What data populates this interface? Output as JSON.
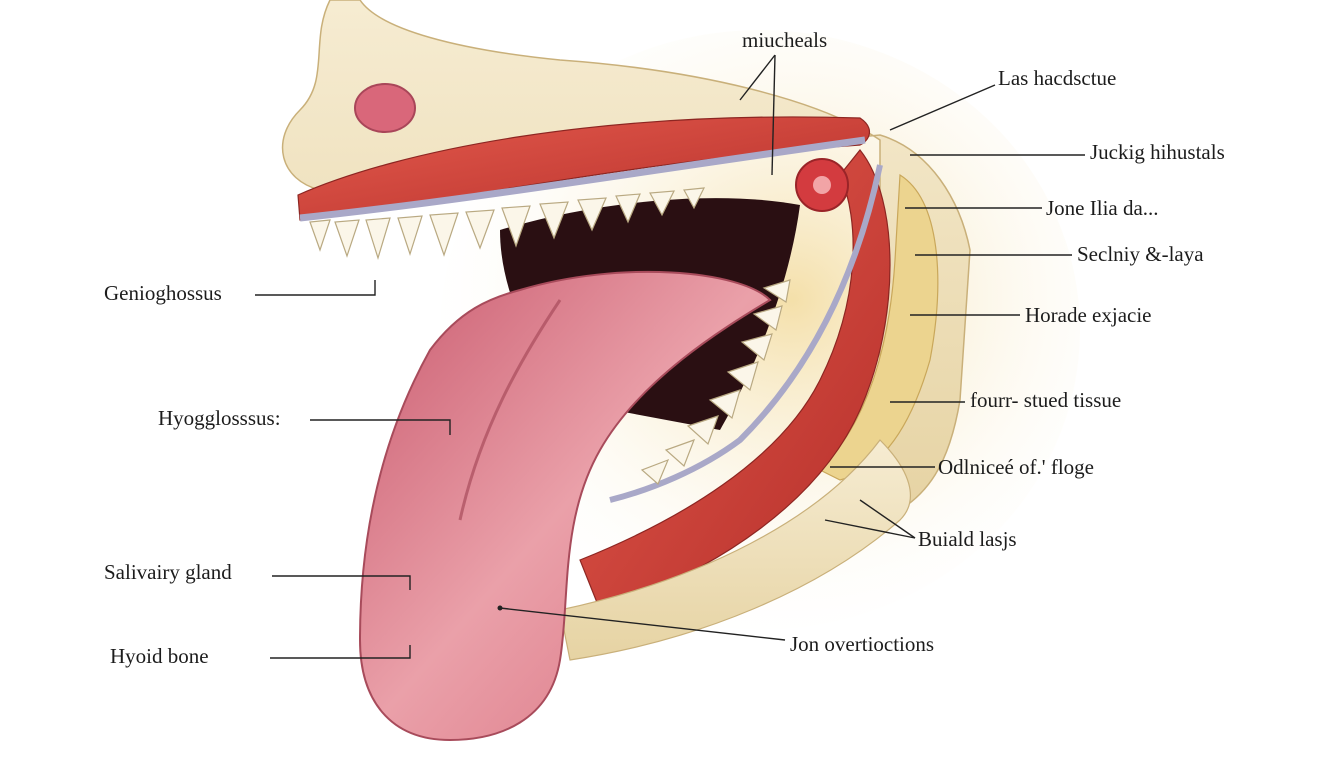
{
  "labels": {
    "top_center": "miucheals",
    "right": [
      "Las hacdsctue",
      "Juckig hihustals",
      "Jone Ilia da...",
      "Seclniy &-laya",
      "Horade exjacie",
      "fourr- stued tissue",
      "Odlniceé of.' floge",
      "Buiald  lasjs",
      "Jon overtioctions"
    ],
    "left": [
      "Genioghossus",
      "Hyogglosssus:",
      "Salivairy gland",
      "Hyoid bone"
    ]
  },
  "colors": {
    "muscle": "#d9473f",
    "muscle_dark": "#b8302c",
    "tongue": "#e48a96",
    "tongue_light": "#f2b6bd",
    "bone": "#f1e4c3",
    "tooth": "#fbf6e9",
    "membrane": "#a9a8c8",
    "fat": "#ecd48f",
    "line": "#222222"
  }
}
